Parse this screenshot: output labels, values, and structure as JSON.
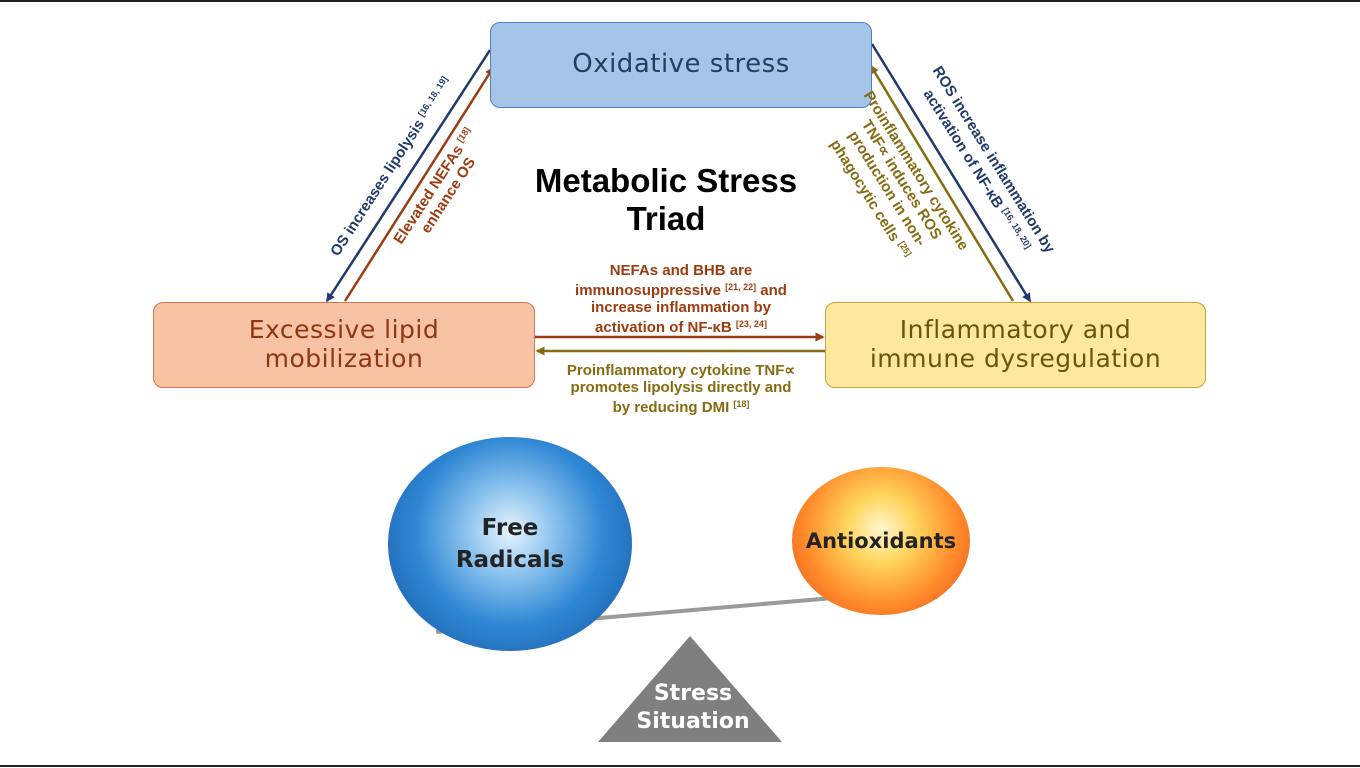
{
  "title": {
    "line1": "Metabolic Stress",
    "line2": "Triad"
  },
  "boxes": {
    "oxidative_stress": "Oxidative stress",
    "lipid_mobilization": {
      "line1": "Excessive lipid",
      "line2": "mobilization"
    },
    "inflammatory": {
      "line1": "Inflammatory and",
      "line2": "immune dysregulation"
    }
  },
  "labels": {
    "os_lipolysis": {
      "text": "OS increases lipolysis",
      "ref": "[16, 18, 19]"
    },
    "nefas_os": {
      "line1": "Elevated NEFAs",
      "line2": "enhance OS",
      "ref": "[18]"
    },
    "ros_inflammation": {
      "line1": "ROS increase inflammation by",
      "line2": "activation of NF-κB",
      "ref": "[16, 18, 20]"
    },
    "tnf_ros": {
      "line1": "Proinflammatory cytokine",
      "line2": "TNF∝ induces ROS",
      "line3": "production in non-",
      "line4": "phagocytic cells",
      "ref": "[25]"
    },
    "nefas_bhb": {
      "line1": "NEFAs and BHB are",
      "line2a": "immunosuppressive",
      "ref_a": "[21, 22]",
      "line2b": "and",
      "line3": "increase inflammation by",
      "line4": "activation of NF-κB",
      "ref_b": "[23, 24]"
    },
    "tnf_lipolysis": {
      "line1": "Proinflammatory cytokine TNF∝",
      "line2": "promotes lipolysis directly and",
      "line3": "by reducing DMI",
      "ref": "[18]"
    }
  },
  "balance": {
    "free_radicals": {
      "line1": "Free",
      "line2": "Radicals"
    },
    "antioxidants": "Antioxidants",
    "fulcrum": {
      "line1": "Stress",
      "line2": "Situation"
    }
  },
  "colors": {
    "navy": "#1f3a6b",
    "rust": "#9b3d10",
    "gold": "#876b12"
  }
}
